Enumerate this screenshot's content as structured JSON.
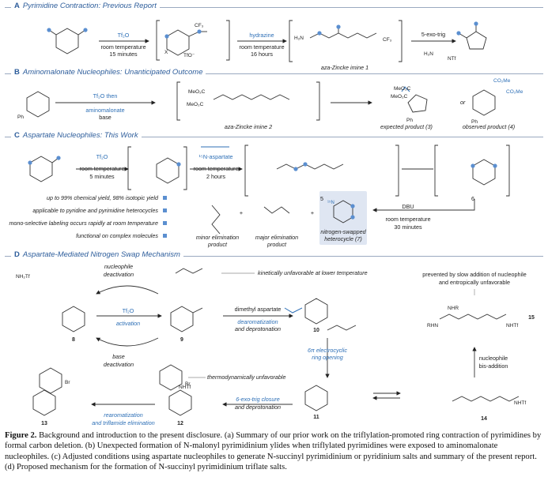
{
  "panels": {
    "a": {
      "letter": "A",
      "title": "Pyrimidine Contraction: Previous Report"
    },
    "b": {
      "letter": "B",
      "title": "Aminomalonate Nucleophiles: Unanticipated Outcome"
    },
    "c": {
      "letter": "C",
      "title": "Aspartate Nucleophiles: This Work"
    },
    "d": {
      "letter": "D",
      "title": "Aspartate-Mediated Nitrogen Swap Mechanism"
    }
  },
  "panel_a": {
    "step1_reagent": "Tf₂O",
    "step1_cond1": "room temperature",
    "step1_cond2": "15 minutes",
    "step2_reagent": "hydrazine",
    "step2_cond1": "room temperature",
    "step2_cond2": "16 hours",
    "intermediate_label": "aza-Zincke imine 1",
    "step3": "5-exo-trig",
    "h2n": "H₂N",
    "nhtf": "NTf",
    "tfo": "TfO⁻",
    "cf3": "CF₃",
    "x": "X"
  },
  "panel_b": {
    "step1_reagent": "Tf₂O then",
    "step1_reagent2": "aminomalonate",
    "step1_base": "base",
    "ph": "Ph",
    "meo2c": "MeO₂C",
    "co2me": "CO₂Me",
    "intermediate_label": "aza-Zincke imine 2",
    "expected": "expected product (3)",
    "observed": "observed product (4)",
    "or": "or"
  },
  "panel_c": {
    "step1_reagent": "Tf₂O",
    "step1_cond1": "room temperature",
    "step1_cond2": "5 minutes",
    "step2_reagent": "¹⁵N-aspartate",
    "step2_cond1": "room temperature",
    "step2_cond2": "2 hours",
    "label5": "5",
    "label6": "6",
    "reagent_dbu": "DBU",
    "dbu_cond1": "room temperature",
    "dbu_cond2": "30 minutes",
    "bullets": [
      "up to 99% chemical yield, 98% isotopic yield",
      "applicable to pyridine and pyrimidine heterocycles",
      "mono-selective labeling occurs rapidly at room temperature",
      "functional on complex molecules"
    ],
    "minor": "minor elimination",
    "minor2": "product",
    "major": "major elimination",
    "major2": "product",
    "swapped": "nitrogen-swapped",
    "swapped2": "heterocycle (7)",
    "n15": "¹⁵N",
    "plus": "+"
  },
  "panel_d": {
    "nuc_deact": "nucleophile",
    "nuc_deact2": "deactivation",
    "tf2o": "Tf₂O",
    "activation": "activation",
    "base_deact": "base",
    "base_deact2": "deactivation",
    "kinetic": "kinetically unfavorable at lower temperature",
    "thermo": "thermodynamically unfavorable",
    "dimethyl": "dimethyl aspartate",
    "dearom": "dearomatization",
    "dearom2": "and deprotonation",
    "electro": "6π electrocyclic",
    "electro2": "ring opening",
    "prevented": "prevented by slow addition of nucleophile",
    "prevented2": "and entropically unfavorable",
    "nuc_bis": "nucleophile",
    "nuc_bis2": "bis-addition",
    "exotrig": "6-exo-trig closure",
    "exotrig2": "and deprotonation",
    "rearom": "rearomatization",
    "rearom2": "and triflamide elimination",
    "labels": [
      "8",
      "9",
      "10",
      "11",
      "12",
      "13",
      "14",
      "15"
    ],
    "br": "Br",
    "nhtf": "NHTf",
    "nh2tf": "NH₂Tf",
    "rhn": "RHN",
    "nhr": "NHR"
  },
  "caption": {
    "lead": "Figure 2.",
    "text": " Background and introduction to the present disclosure. (a) Summary of our prior work on the triflylation-promoted ring contraction of pyrimidines by formal carbon deletion. (b) Unexpected formation of N-malonyl pyrimidinium ylides when triflylated pyrimidines were exposed to aminomalonate nucleophiles. (c) Adjusted conditions using aspartate nucleophiles to generate N-succinyl pyrimidinium or pyridinium salts and summary of the present report. (d) Proposed mechanism for the formation of N-succinyl pyrimidinium triflate salts."
  },
  "colors": {
    "accent": "#2d6fb6",
    "dot": "#5b8fd0",
    "rule": "#9aa9c0",
    "text": "#222222"
  }
}
